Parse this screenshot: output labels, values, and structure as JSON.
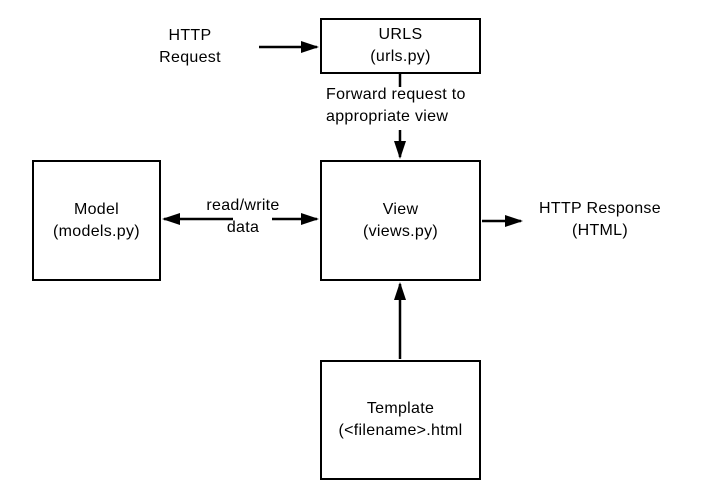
{
  "diagram": {
    "title_hint": "Django request/response architecture diagram",
    "boxes": {
      "urls": {
        "title": "URLS",
        "subtitle": "(urls.py)"
      },
      "model": {
        "title": "Model",
        "subtitle": "(models.py)"
      },
      "view": {
        "title": "View",
        "subtitle": "(views.py)"
      },
      "template": {
        "title": "Template",
        "subtitle": "(<filename>.html"
      }
    },
    "labels": {
      "http_request": {
        "line1": "HTTP",
        "line2": "Request"
      },
      "forward": {
        "line1": "Forward request to",
        "line2": "appropriate view"
      },
      "read_write": {
        "line1": "read/write",
        "line2": "data"
      },
      "http_response": {
        "line1": "HTTP Response",
        "line2": "(HTML)"
      }
    },
    "colors": {
      "line": "#000000",
      "text": "#000000",
      "box_fill": "#ffffff",
      "background": "#ffffff"
    }
  }
}
